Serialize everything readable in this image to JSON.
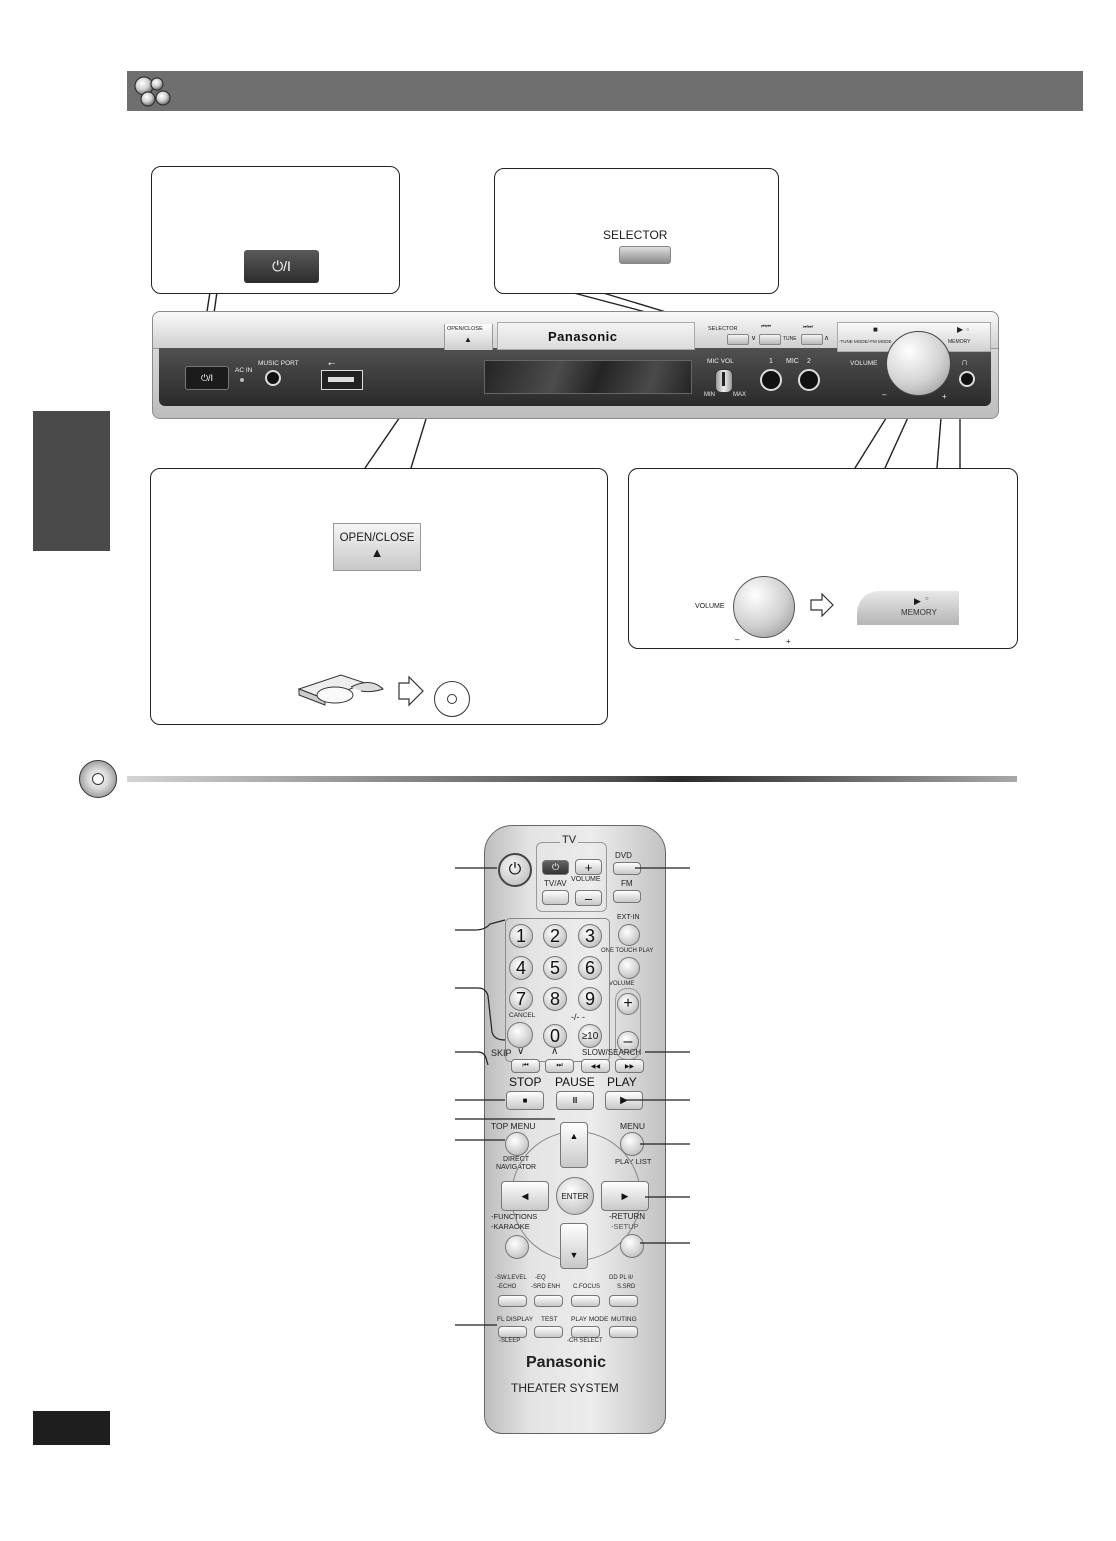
{
  "device": {
    "power_symbol": "⏻/I",
    "selector_label": "SELECTOR",
    "open_close_label": "OPEN/CLOSE",
    "eject_symbol": "▲",
    "brand": "Panasonic",
    "ac_in": "AC IN",
    "music_port": "MUSIC PORT",
    "usb_symbol": "⭠",
    "mic_vol": "MIC VOL",
    "min": "MIN",
    "max": "MAX",
    "mic_1": "1",
    "mic_label": "MIC",
    "mic_2": "2",
    "tune": "TUNE",
    "skip_prev": "⏮⏮",
    "skip_next": "⏭⏭",
    "down_mark": "∨",
    "up_mark": "∧",
    "stop_symbol": "■",
    "tune_mode": "-TUNE MODE/-FM MODE",
    "volume": "VOLUME",
    "minus": "–",
    "plus": "+",
    "play_symbol": "▶",
    "play_dot": "○",
    "memory": "MEMORY",
    "headphone_symbol": "∩"
  },
  "remote": {
    "tv_label": "TV",
    "tv_power": "⏻",
    "tv_plus": "+",
    "tv_av": "TV/AV",
    "volume_label": "VOLUME",
    "tv_minus": "–",
    "dvd": "DVD",
    "fm": "FM",
    "ext_in": "EXT-IN",
    "one_touch": "ONE TOUCH PLAY",
    "vol_plus": "+",
    "vol_minus": "–",
    "n1": "1",
    "n2": "2",
    "n3": "3",
    "n4": "4",
    "n5": "5",
    "n6": "6",
    "n7": "7",
    "n8": "8",
    "n9": "9",
    "n0": "0",
    "dash_dash": "-/- -",
    "ge10": "≥10",
    "cancel": "CANCEL",
    "skip": "SKIP",
    "skip_down": "∨",
    "skip_up": "∧",
    "skip_prev": "⏮",
    "skip_next": "⏭",
    "slow_search": "SLOW/SEARCH",
    "rew": "◀◀",
    "ff": "▶▶",
    "stop": "STOP",
    "pause": "PAUSE",
    "play": "PLAY",
    "stop_sym": "■",
    "pause_sym": "II",
    "play_sym": "▶",
    "top_menu": "TOP MENU",
    "direct_navigator": "DIRECT NAVIGATOR",
    "menu": "MENU",
    "play_list": "PLAY LIST",
    "up": "▲",
    "down": "▼",
    "left": "◀",
    "right": "▶",
    "enter": "ENTER",
    "functions": "-FUNCTIONS",
    "karaoke": "-KARAOKE",
    "return": "-RETURN",
    "setup": "-SETUP",
    "sw_level": "-SW.LEVEL",
    "echo": "-ECHO",
    "eq": "-EQ",
    "srd_enh": "-SRD ENH",
    "c_focus": "C.FOCUS",
    "pl2": "DD PL II/",
    "s_srd": "S.SRD",
    "fl_display": "FL DISPLAY",
    "sleep": "-SLEEP",
    "test": "TEST",
    "play_mode": "PLAY MODE",
    "ch_select": "-CH SELECT",
    "muting": "MUTING",
    "brand": "Panasonic",
    "model": "THEATER SYSTEM"
  }
}
